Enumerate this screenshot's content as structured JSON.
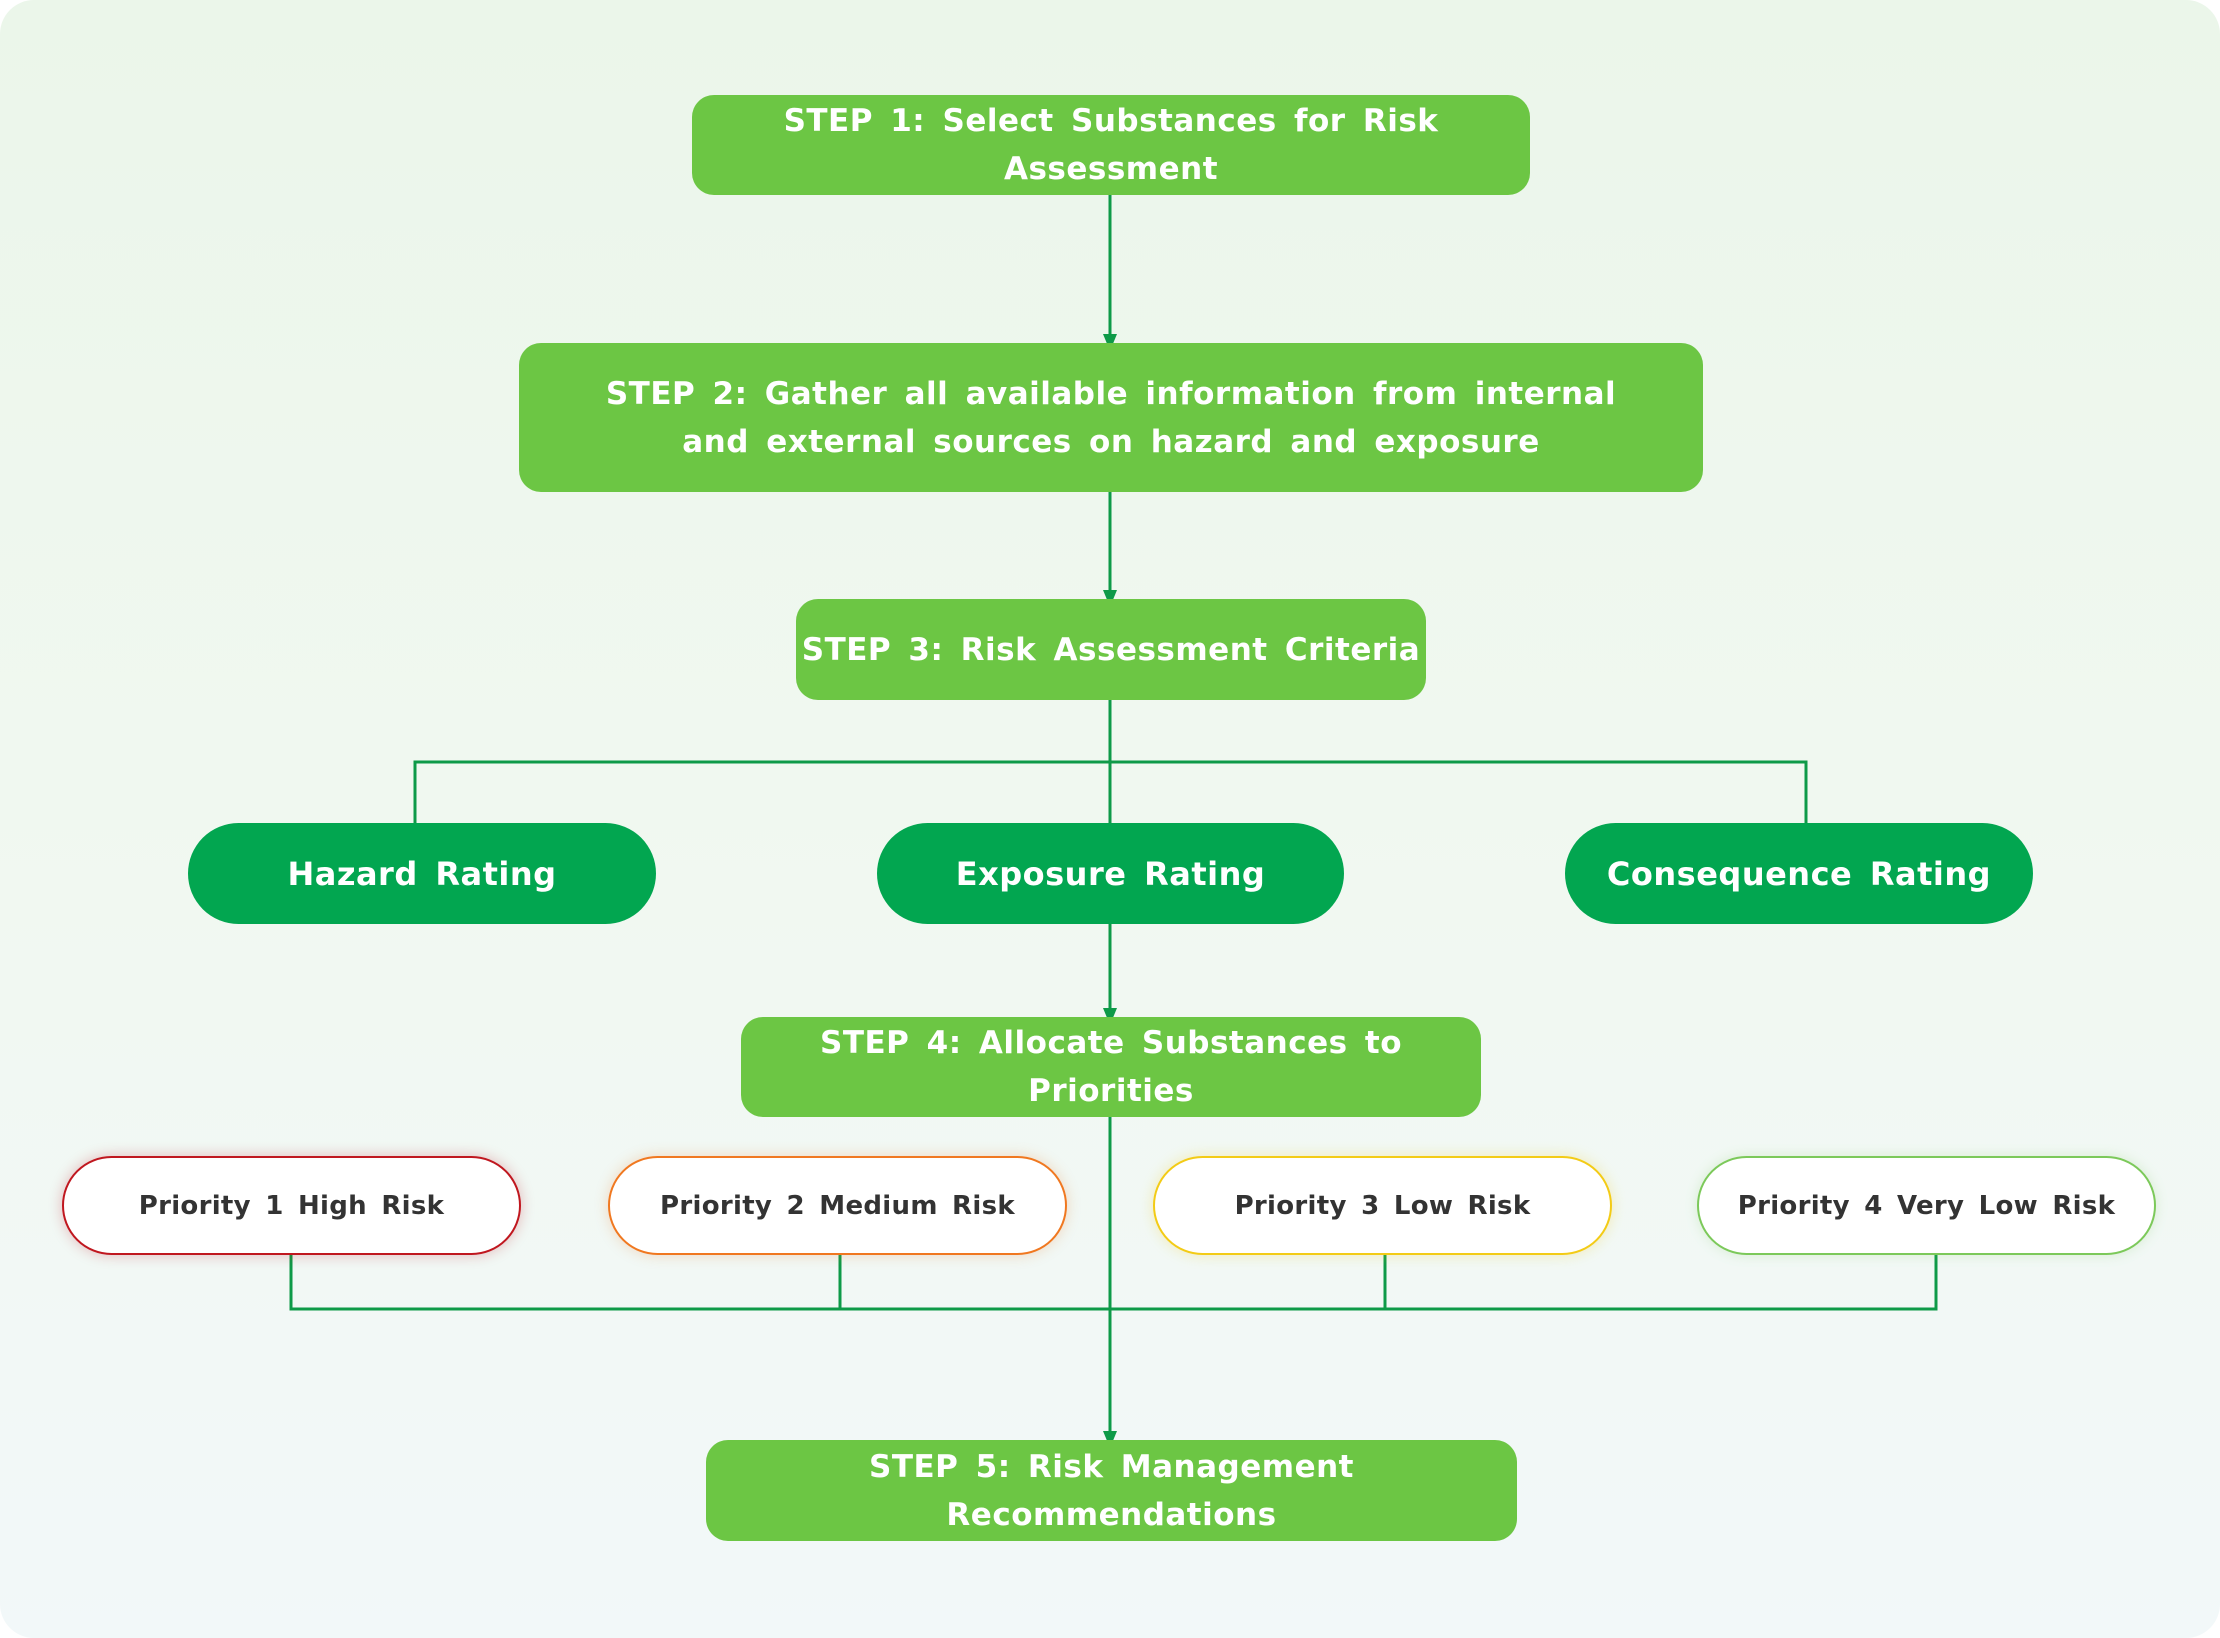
{
  "colors": {
    "step": "#6cc644",
    "rating": "#02a650",
    "connector": "#0e9a48",
    "priority_1": "#c0171f",
    "priority_2": "#f07820",
    "priority_3": "#f3cb16",
    "priority_4": "#7cc95a"
  },
  "steps": {
    "step1": "STEP 1: Select Substances for Risk Assessment",
    "step2": "STEP 2: Gather all available information from internal and external sources on hazard and exposure",
    "step3": "STEP 3: Risk Assessment Criteria",
    "step4": "STEP 4: Allocate Substances to Priorities",
    "step5": "STEP 5: Risk Management Recommendations"
  },
  "ratings": {
    "hazard": "Hazard Rating",
    "exposure": "Exposure Rating",
    "consequence": "Consequence Rating"
  },
  "priorities": {
    "p1": "Priority 1 High Risk",
    "p2": "Priority 2 Medium Risk",
    "p3": "Priority 3 Low Risk",
    "p4": "Priority 4 Very Low Risk"
  }
}
